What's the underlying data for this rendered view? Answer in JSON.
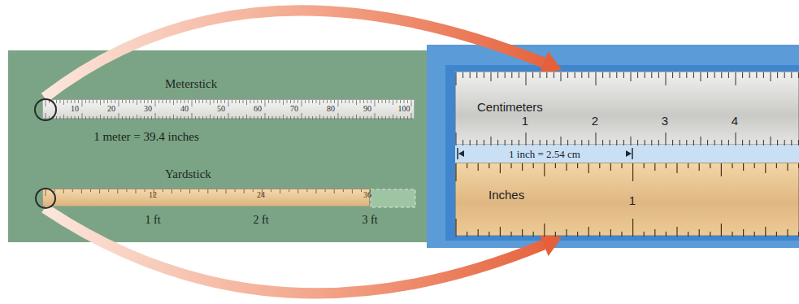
{
  "diagram": {
    "nodes": [
      {
        "text": [
          "Meterstick"
        ]
      },
      {
        "text": [
          "Yardstick"
        ]
      },
      {
        "text": [
          "Centimeters"
        ]
      },
      {
        "text": [
          "Inches"
        ]
      }
    ],
    "edges": [
      {
        "from": 0,
        "to": 2,
        "arrow": "to"
      },
      {
        "from": 1,
        "to": 3,
        "arrow": "to"
      }
    ],
    "labels": [
      "10",
      "20",
      "30",
      "40",
      "50",
      "60",
      "70",
      "80",
      "90",
      "100",
      "1 meter = 39.4 inches",
      "12",
      "24",
      "36",
      "1 ft",
      "2 ft",
      "3 ft",
      "1",
      "2",
      "3",
      "4",
      "1 inch = 2.54 cm",
      "1"
    ]
  }
}
